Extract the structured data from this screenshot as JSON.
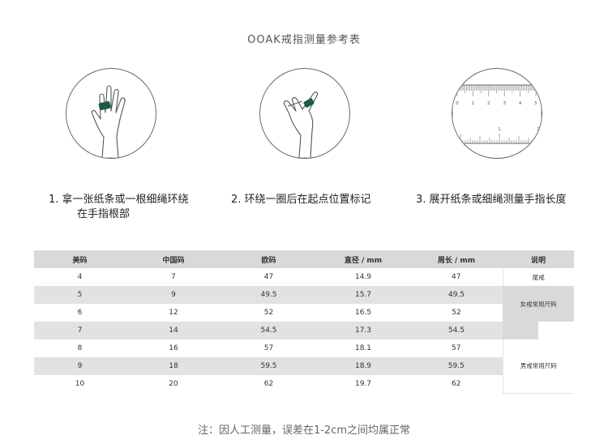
{
  "title": "OOAK戒指测量参考表",
  "steps": [
    {
      "line1": "1. 拿一张纸条或一根细绳环绕",
      "line2": "在手指根部"
    },
    {
      "line1": "2. 环绕一圈后在起点位置标记",
      "line2": ""
    },
    {
      "line1": "3. 展开纸条或细绳测量手指长度",
      "line2": ""
    }
  ],
  "ruler": {
    "top_labels": [
      "0",
      "1",
      "2",
      "3",
      "4",
      "5"
    ],
    "bottom_labels": [
      "1",
      "2"
    ]
  },
  "colors": {
    "ring": "#1e5a4a",
    "header_bg": "#d9d9d9",
    "row_alt": "#e2e2e2"
  },
  "table": {
    "headers": [
      "美码",
      "中国码",
      "欧码",
      "直径 / mm",
      "周长 / mm",
      "说明"
    ],
    "rows": [
      [
        "4",
        "7",
        "47",
        "14.9",
        "47"
      ],
      [
        "5",
        "9",
        "49.5",
        "15.7",
        "49.5"
      ],
      [
        "6",
        "12",
        "52",
        "16.5",
        "52"
      ],
      [
        "7",
        "14",
        "54.5",
        "17.3",
        "54.5"
      ],
      [
        "8",
        "16",
        "57",
        "18.1",
        "57"
      ],
      [
        "9",
        "18",
        "59.5",
        "18.9",
        "59.5"
      ],
      [
        "10",
        "20",
        "62",
        "19.7",
        "62"
      ]
    ],
    "notes": {
      "tail": "尾戒",
      "female": "女戒常用尺码",
      "male": "男戒常用尺码"
    }
  },
  "footer": "注：因人工测量，误差在1-2cm之间均属正常"
}
